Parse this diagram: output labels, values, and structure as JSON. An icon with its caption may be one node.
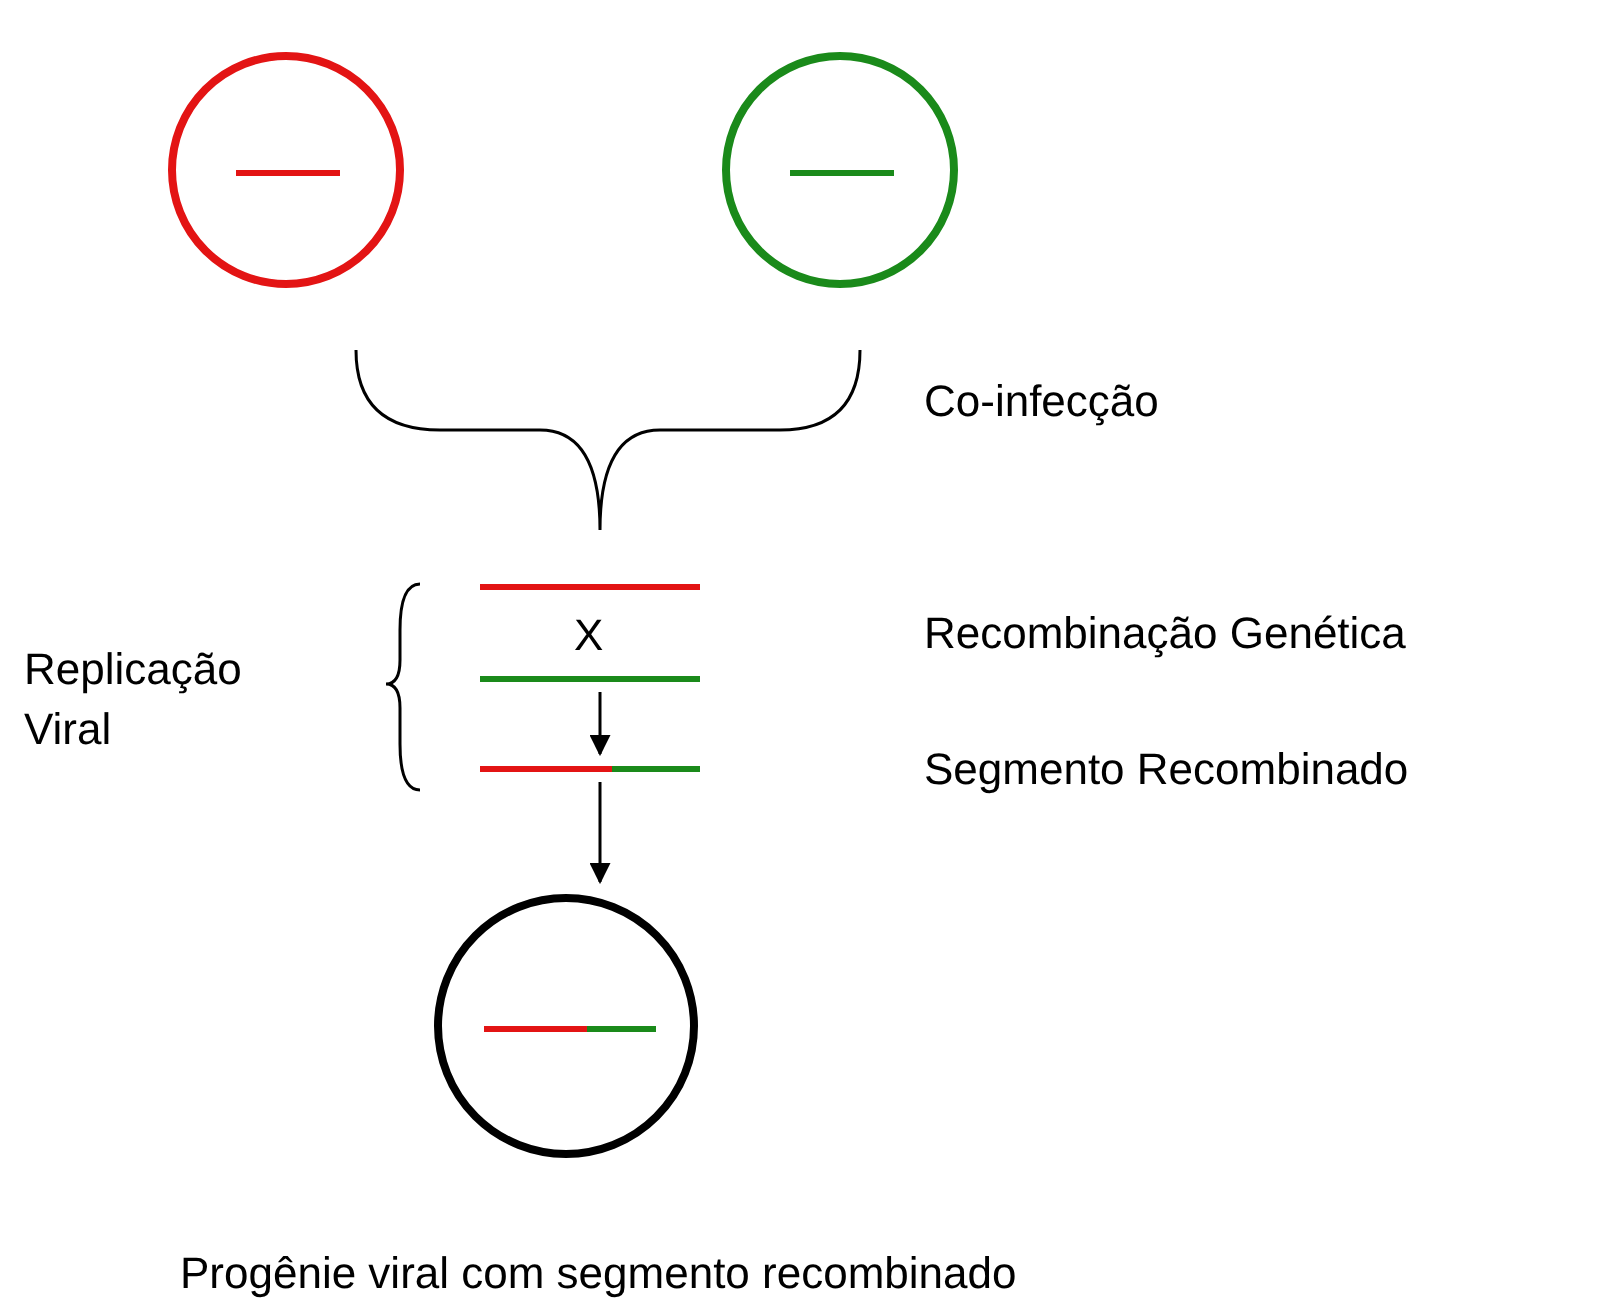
{
  "diagram": {
    "caption": "Progênie viral com segmento recombinado",
    "nodes": [
      {
        "text": [],
        "shape": "circle"
      },
      {
        "text": [],
        "shape": "bar",
        "in": 0
      },
      {
        "text": [],
        "shape": "circle"
      },
      {
        "text": [],
        "shape": "bar",
        "in": 2
      },
      {
        "text": [],
        "shape": "bar"
      },
      {
        "text": [],
        "shape": "bar"
      },
      {
        "text": [],
        "shape": "bar"
      },
      {
        "text": [],
        "shape": "circle"
      },
      {
        "text": [],
        "shape": "bar",
        "in": 7
      }
    ],
    "edges": [
      {
        "from": 5,
        "to": 6,
        "arrow": "to"
      },
      {
        "from": 6,
        "to": 7,
        "arrow": "to"
      }
    ],
    "labels": [
      "Co-infecção",
      "X",
      "Replicação Viral",
      "Recombinação Genética",
      "Segmento Recombinado"
    ]
  }
}
